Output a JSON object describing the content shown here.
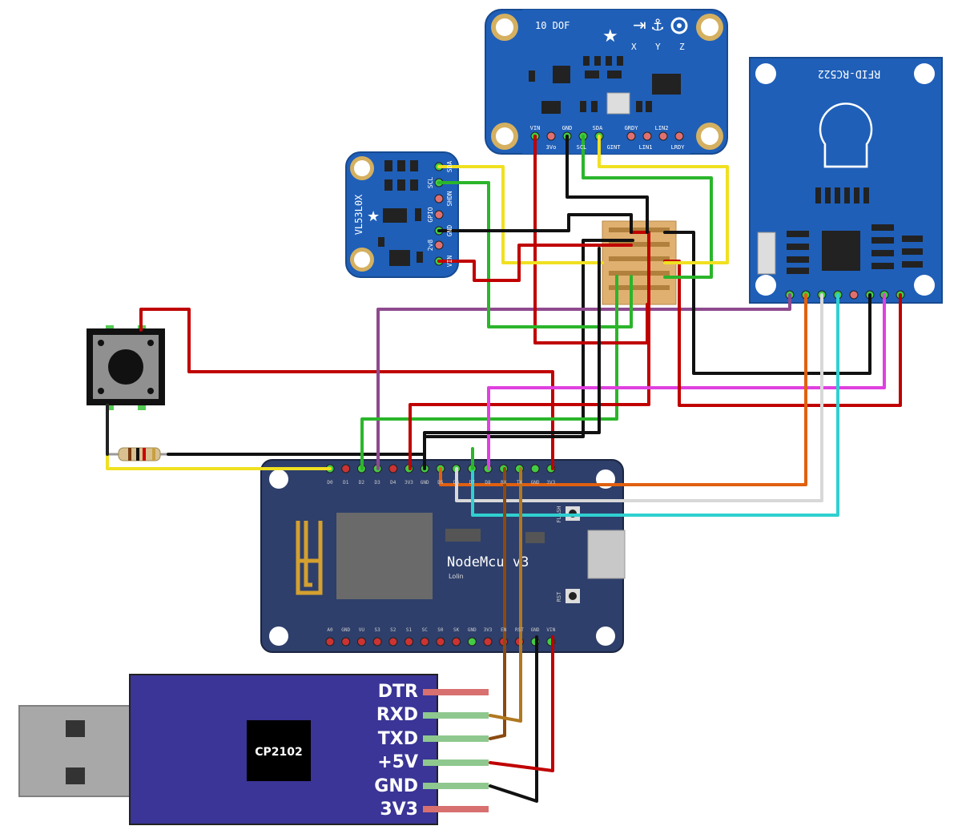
{
  "imu": {
    "title": "10 DOF",
    "axes": [
      "X",
      "Y",
      "Z"
    ],
    "pins_top": [
      "VIN",
      "GND",
      "SCL",
      "SDA",
      "GRDY",
      "LIN2"
    ],
    "pins_bottom": [
      "3Vo",
      "GINT",
      "LIN1",
      "LRDY"
    ]
  },
  "tof": {
    "title": "VL53L0X",
    "pins": [
      "SDA",
      "SCL",
      "SHDN",
      "GPIO",
      "GND",
      "2v8",
      "VIN"
    ]
  },
  "rfid": {
    "title": "RFID-RC522"
  },
  "nodemcu": {
    "title": "NodeMcu v3",
    "subtitle": "Lolin",
    "top_pins": [
      "D0",
      "D1",
      "D2",
      "D3",
      "D4",
      "3V3",
      "GND",
      "D5",
      "D6",
      "D7",
      "D8",
      "RX",
      "TX",
      "GND",
      "3V3"
    ],
    "bottom_pins": [
      "A0",
      "GND",
      "VU",
      "S3",
      "S2",
      "S1",
      "SC",
      "S0",
      "SK",
      "GND",
      "3V3",
      "EN",
      "RST",
      "GND",
      "VIN"
    ],
    "button_flash": "FLASH",
    "button_rst": "RST"
  },
  "usb_adapter": {
    "chip": "CP2102",
    "pins": [
      "DTR",
      "RXD",
      "TXD",
      "+5V",
      "GND",
      "3V3"
    ]
  },
  "colors": {
    "pcb_blue": "#1f5fb8",
    "nodemcu_navy": "#2e3f6b",
    "usb_purple": "#3a3596",
    "wire_red": "#c00000",
    "wire_black": "#111111",
    "wire_green": "#2bb52b",
    "wire_yellow": "#f0e020",
    "wire_purple": "#8e4a8e",
    "wire_magenta": "#e040e0",
    "wire_orange": "#e06010",
    "wire_white": "#d8d8d8",
    "wire_cyan": "#30d0d0",
    "wire_brown": "#8b4a10"
  }
}
